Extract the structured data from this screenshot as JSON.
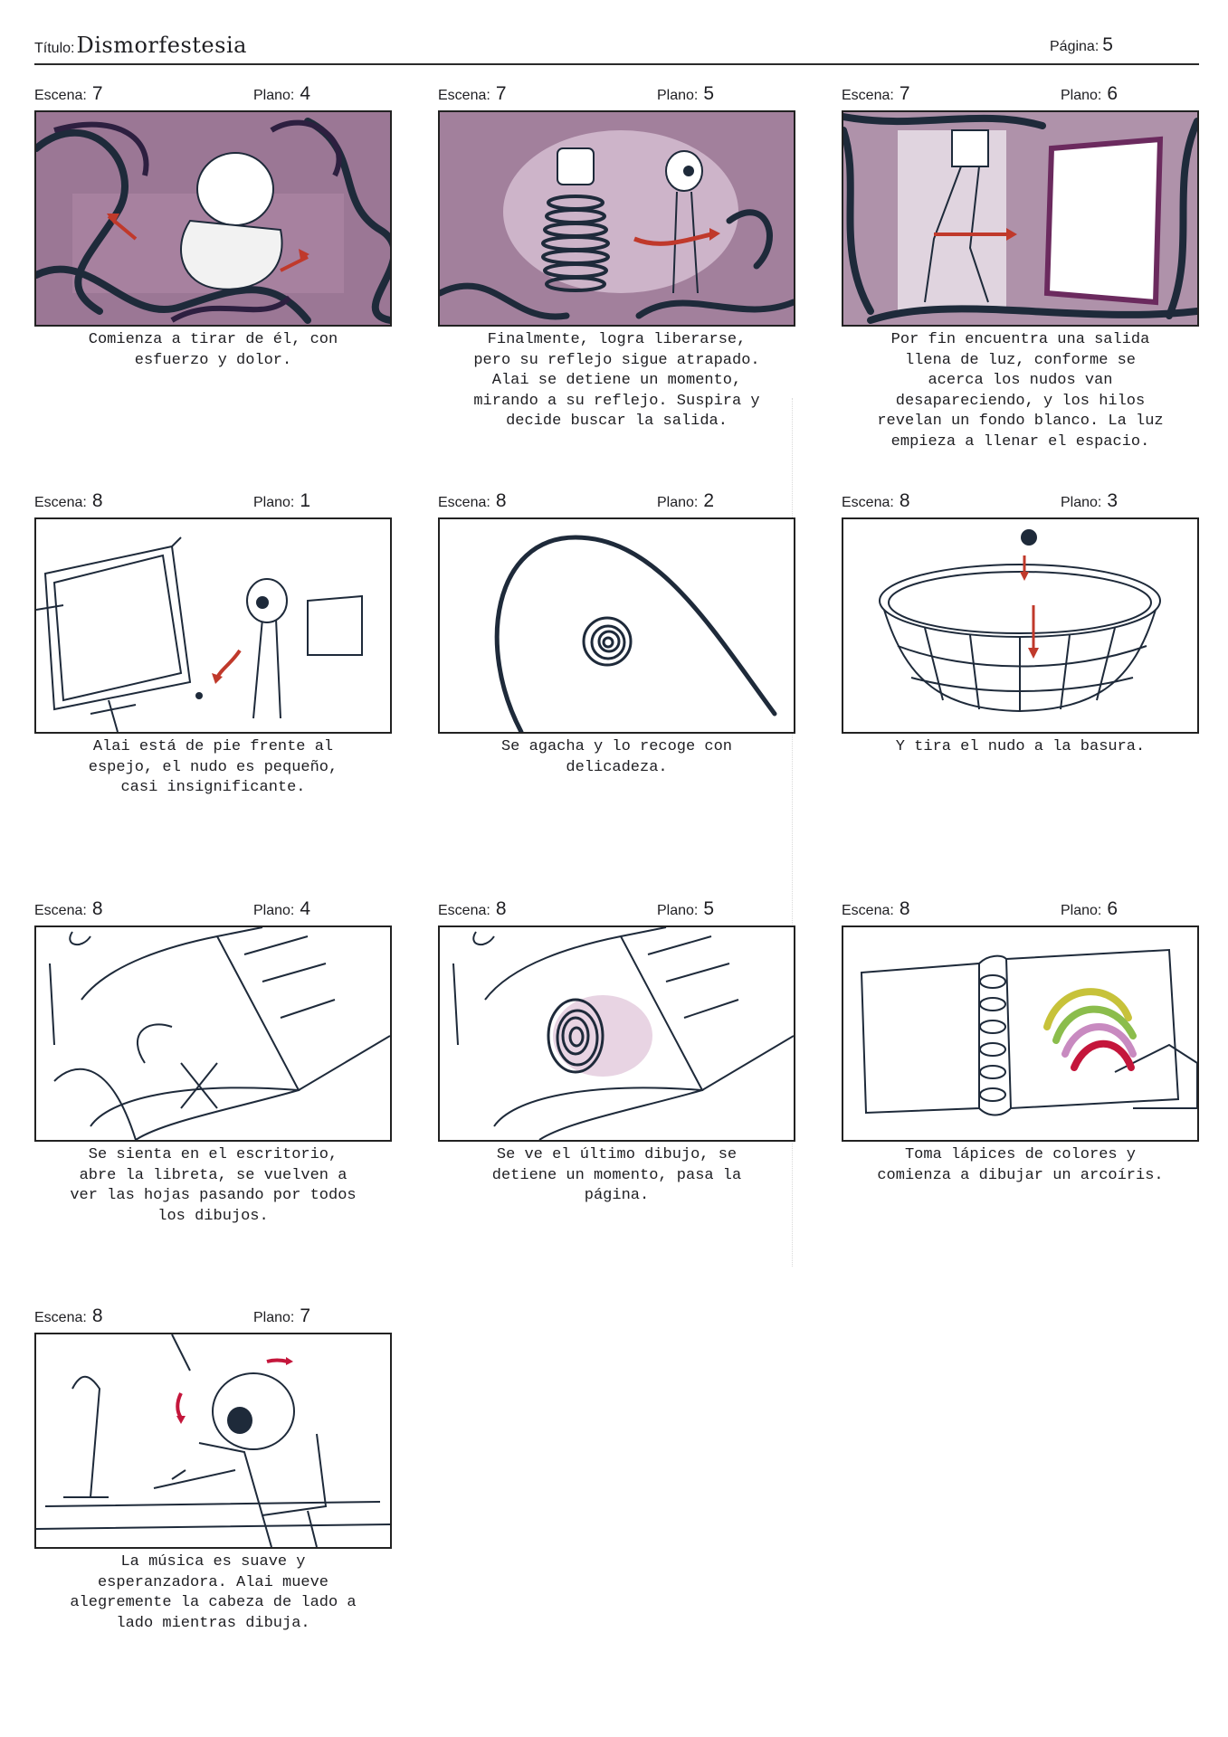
{
  "header": {
    "title_label": "Título:",
    "title": "Dismorfestesia",
    "page_label": "Página:",
    "page": "5"
  },
  "labels": {
    "scene": "Escena:",
    "shot": "Plano:"
  },
  "colors": {
    "ink": "#1e2a3a",
    "purple": "#6b2a5e",
    "red": "#c0392b"
  },
  "panels": [
    {
      "scene": "7",
      "shot": "4",
      "caption": "Comienza a tirar de él, con\nesfuerzo y dolor."
    },
    {
      "scene": "7",
      "shot": "5",
      "caption": "Finalmente, logra liberarse,\npero su reflejo sigue atrapado.\nAlai se detiene un momento,\nmirando a su reflejo. Suspira y\ndecide buscar la salida."
    },
    {
      "scene": "7",
      "shot": "6",
      "caption": "Por fin encuentra una salida\nllena de luz, conforme se\nacerca los nudos van\ndesapareciendo, y los hilos\nrevelan un fondo blanco. La luz\nempieza a llenar el espacio."
    },
    {
      "scene": "8",
      "shot": "1",
      "caption": "Alai está de pie frente al\nespejo, el nudo es pequeño,\ncasi insignificante."
    },
    {
      "scene": "8",
      "shot": "2",
      "caption": "Se agacha y lo recoge con\ndelicadeza."
    },
    {
      "scene": "8",
      "shot": "3",
      "caption": "Y tira el nudo a la basura."
    },
    {
      "scene": "8",
      "shot": "4",
      "caption": "Se sienta en el escritorio,\nabre la libreta, se vuelven a\nver las hojas pasando por todos\nlos dibujos."
    },
    {
      "scene": "8",
      "shot": "5",
      "caption": "Se ve el último dibujo, se\ndetiene un momento, pasa la\npágina."
    },
    {
      "scene": "8",
      "shot": "6",
      "caption": "Toma lápices de colores y\ncomienza a dibujar un arcoíris."
    },
    {
      "scene": "8",
      "shot": "7",
      "caption": "La música es suave y\nesperanzadora. Alai mueve\nalegremente la cabeza de lado a\nlado mientras dibuja."
    }
  ]
}
